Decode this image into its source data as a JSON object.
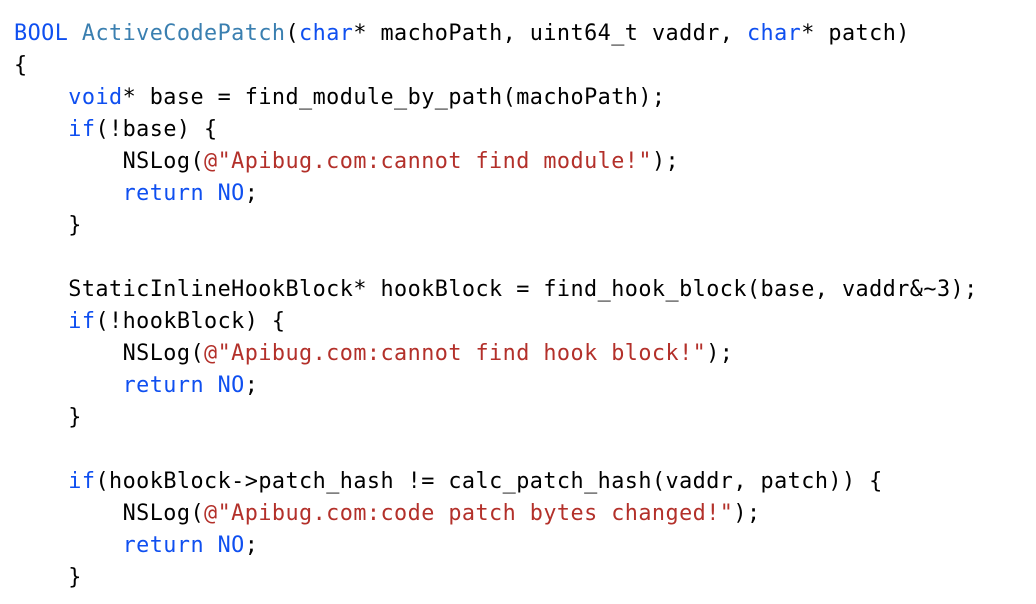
{
  "colors": {
    "kw": "#0F4FF0",
    "fn": "#3A7FB0",
    "str": "#B3302A",
    "plain": "#000000"
  },
  "code_lines": [
    [
      [
        "BOOL",
        "kw"
      ],
      [
        " ",
        "plain"
      ],
      [
        "ActiveCodePatch",
        "fn"
      ],
      [
        "(",
        "plain"
      ],
      [
        "char",
        "kw"
      ],
      [
        "* machoPath, uint64_t vaddr, ",
        "plain"
      ],
      [
        "char",
        "kw"
      ],
      [
        "* patch)",
        "plain"
      ]
    ],
    [
      [
        "{",
        "plain"
      ]
    ],
    [
      [
        "    ",
        "plain"
      ],
      [
        "void",
        "kw"
      ],
      [
        "* base = find_module_by_path(machoPath);",
        "plain"
      ]
    ],
    [
      [
        "    ",
        "plain"
      ],
      [
        "if",
        "kw"
      ],
      [
        "(!base) {",
        "plain"
      ]
    ],
    [
      [
        "        NSLog(",
        "plain"
      ],
      [
        "@\"Apibug.com:cannot find module!\"",
        "str"
      ],
      [
        ");",
        "plain"
      ]
    ],
    [
      [
        "        ",
        "plain"
      ],
      [
        "return",
        "kw"
      ],
      [
        " ",
        "plain"
      ],
      [
        "NO",
        "kw"
      ],
      [
        ";",
        "plain"
      ]
    ],
    [
      [
        "    }",
        "plain"
      ]
    ],
    [],
    [
      [
        "    StaticInlineHookBlock* hookBlock = find_hook_block(base, vaddr&~3);",
        "plain"
      ]
    ],
    [
      [
        "    ",
        "plain"
      ],
      [
        "if",
        "kw"
      ],
      [
        "(!hookBlock) {",
        "plain"
      ]
    ],
    [
      [
        "        NSLog(",
        "plain"
      ],
      [
        "@\"Apibug.com:cannot find hook block!\"",
        "str"
      ],
      [
        ");",
        "plain"
      ]
    ],
    [
      [
        "        ",
        "plain"
      ],
      [
        "return",
        "kw"
      ],
      [
        " ",
        "plain"
      ],
      [
        "NO",
        "kw"
      ],
      [
        ";",
        "plain"
      ]
    ],
    [
      [
        "    }",
        "plain"
      ]
    ],
    [],
    [
      [
        "    ",
        "plain"
      ],
      [
        "if",
        "kw"
      ],
      [
        "(hookBlock->patch_hash != calc_patch_hash(vaddr, patch)) {",
        "plain"
      ]
    ],
    [
      [
        "        NSLog(",
        "plain"
      ],
      [
        "@\"Apibug.com:code patch bytes changed!\"",
        "str"
      ],
      [
        ");",
        "plain"
      ]
    ],
    [
      [
        "        ",
        "plain"
      ],
      [
        "return",
        "kw"
      ],
      [
        " ",
        "plain"
      ],
      [
        "NO",
        "kw"
      ],
      [
        ";",
        "plain"
      ]
    ],
    [
      [
        "    }",
        "plain"
      ]
    ]
  ]
}
